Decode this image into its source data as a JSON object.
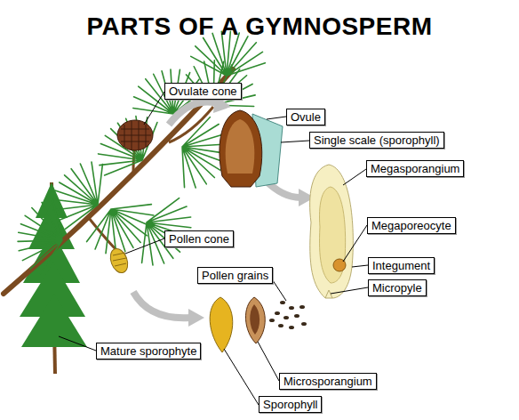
{
  "diagram": {
    "title": "PARTS OF A GYMNOSPERM",
    "nodes": [
      {
        "text": [
          "Ovulate cone"
        ]
      },
      {
        "text": [
          "Ovule"
        ]
      },
      {
        "text": [
          "Single scale (sporophyll)"
        ]
      },
      {
        "text": [
          "Megasporangium"
        ]
      },
      {
        "text": [
          "Megaporeocyte"
        ]
      },
      {
        "text": [
          "Pollen cone"
        ]
      },
      {
        "text": [
          "Integument"
        ]
      },
      {
        "text": [
          "Pollen grains"
        ]
      },
      {
        "text": [
          "Micropyle"
        ]
      },
      {
        "text": [
          "Mature sporophyte"
        ]
      },
      {
        "text": [
          "Microsporangium"
        ]
      },
      {
        "text": [
          "Sporophyll"
        ]
      }
    ]
  }
}
